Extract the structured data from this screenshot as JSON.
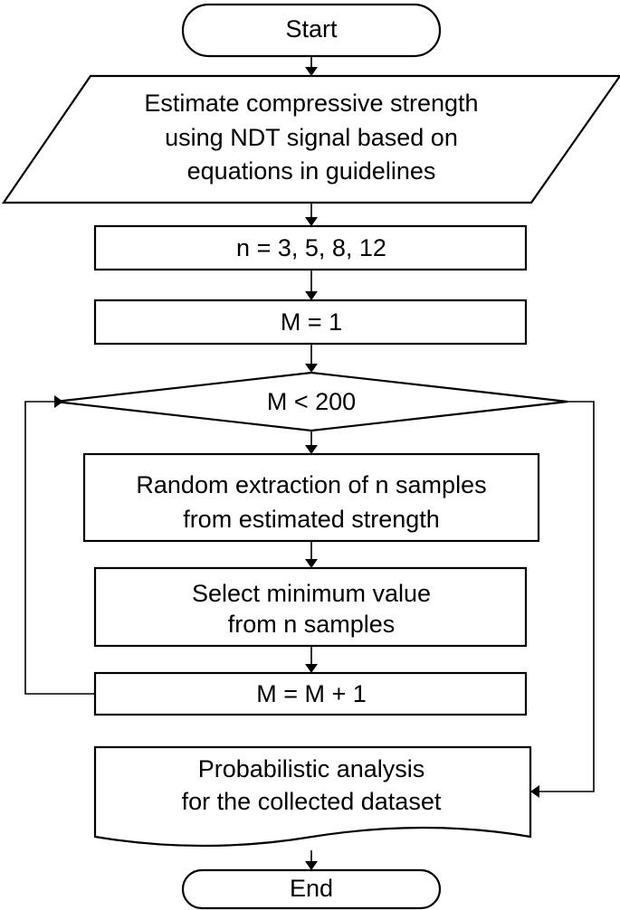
{
  "flowchart": {
    "start": "Start",
    "estimate": [
      "Estimate compressive strength",
      "using NDT signal based on",
      "equations in guidelines"
    ],
    "n_values": "n = 3, 5, 8, 12",
    "init_m": "M = 1",
    "condition": "M < 200",
    "extract": [
      "Random extraction of n samples",
      "from estimated strength"
    ],
    "select_min": [
      "Select minimum value",
      "from n samples"
    ],
    "increment": "M = M + 1",
    "analysis": [
      "Probabilistic analysis",
      "for the collected dataset"
    ],
    "end": "End"
  }
}
